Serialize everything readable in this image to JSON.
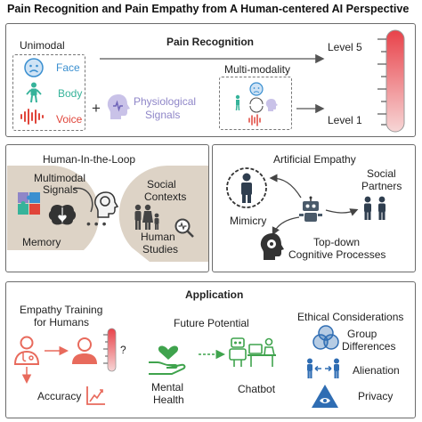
{
  "title": "Pain Recognition and Pain Empathy from A Human-centered AI Perspective",
  "recognition": {
    "heading": "Pain Recognition",
    "unimodal": "Unimodal",
    "face": "Face",
    "body": "Body",
    "voice": "Voice",
    "plus": "+",
    "physiological": "Physiological",
    "signals": "Signals",
    "multimodality": "Multi-modality",
    "level5": "Level 5",
    "level1": "Level 1"
  },
  "hitl": {
    "heading": "Human-In-the-Loop",
    "multimodal": "Multimodal",
    "signals": "Signals",
    "memory": "Memory",
    "social": "Social",
    "contexts": "Contexts",
    "human": "Human",
    "studies": "Studies"
  },
  "empathy": {
    "heading": "Artificial Empathy",
    "social": "Social",
    "partners": "Partners",
    "mimicry": "Mimicry",
    "topdown": "Top-down",
    "cognitive": "Cognitive Processes"
  },
  "application": {
    "heading": "Application",
    "empathy_training": "Empathy Training",
    "for_humans": "for Humans",
    "question": "?",
    "accuracy": "Accuracy",
    "future": "Future Potential",
    "mental": "Mental",
    "health": "Health",
    "chatbot": "Chatbot",
    "ethical": "Ethical Considerations",
    "group": "Group",
    "differences": "Differences",
    "alienation": "Alienation",
    "privacy": "Privacy"
  },
  "colors": {
    "face": "#3a8fd0",
    "body": "#36b39a",
    "voice": "#e0453a",
    "physio": "#8f86c8",
    "gauge": "#e8424a",
    "beige": "#ddd3c6",
    "app_red": "#e86a5c",
    "app_green": "#3fa34d",
    "app_blue": "#2f6db3"
  }
}
